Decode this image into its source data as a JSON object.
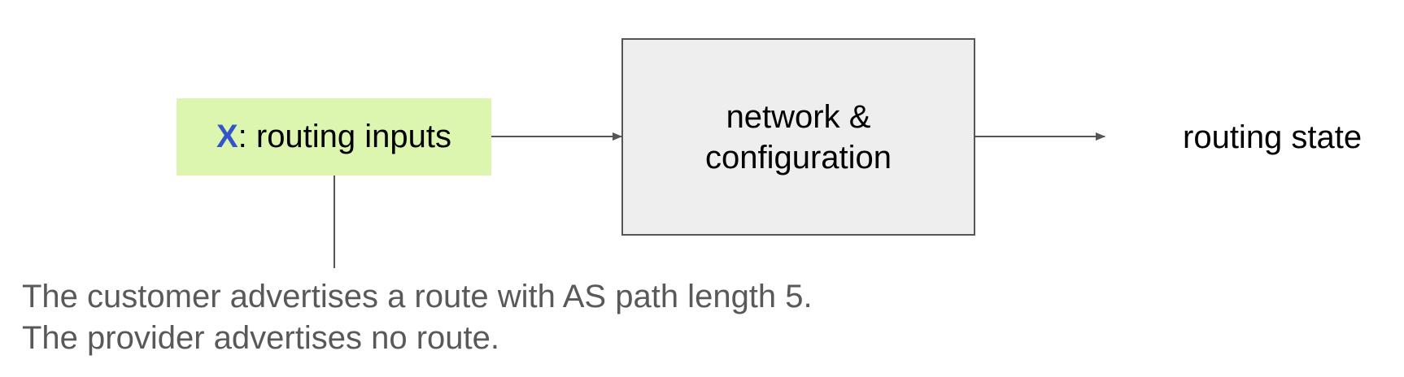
{
  "diagram": {
    "input": {
      "variable": "X",
      "label": ": routing inputs",
      "fill_color": "#dcf6b0",
      "variable_color": "#3355cc"
    },
    "process": {
      "line1": "network &",
      "line2": "configuration",
      "fill_color": "#eeeeee",
      "border_color": "#555555"
    },
    "output": {
      "label": "routing state"
    },
    "annotation": {
      "line1": "The customer advertises a route with AS path length 5.",
      "line2": "The provider advertises no route.",
      "text_color": "#595959"
    },
    "connector_color": "#555555"
  }
}
